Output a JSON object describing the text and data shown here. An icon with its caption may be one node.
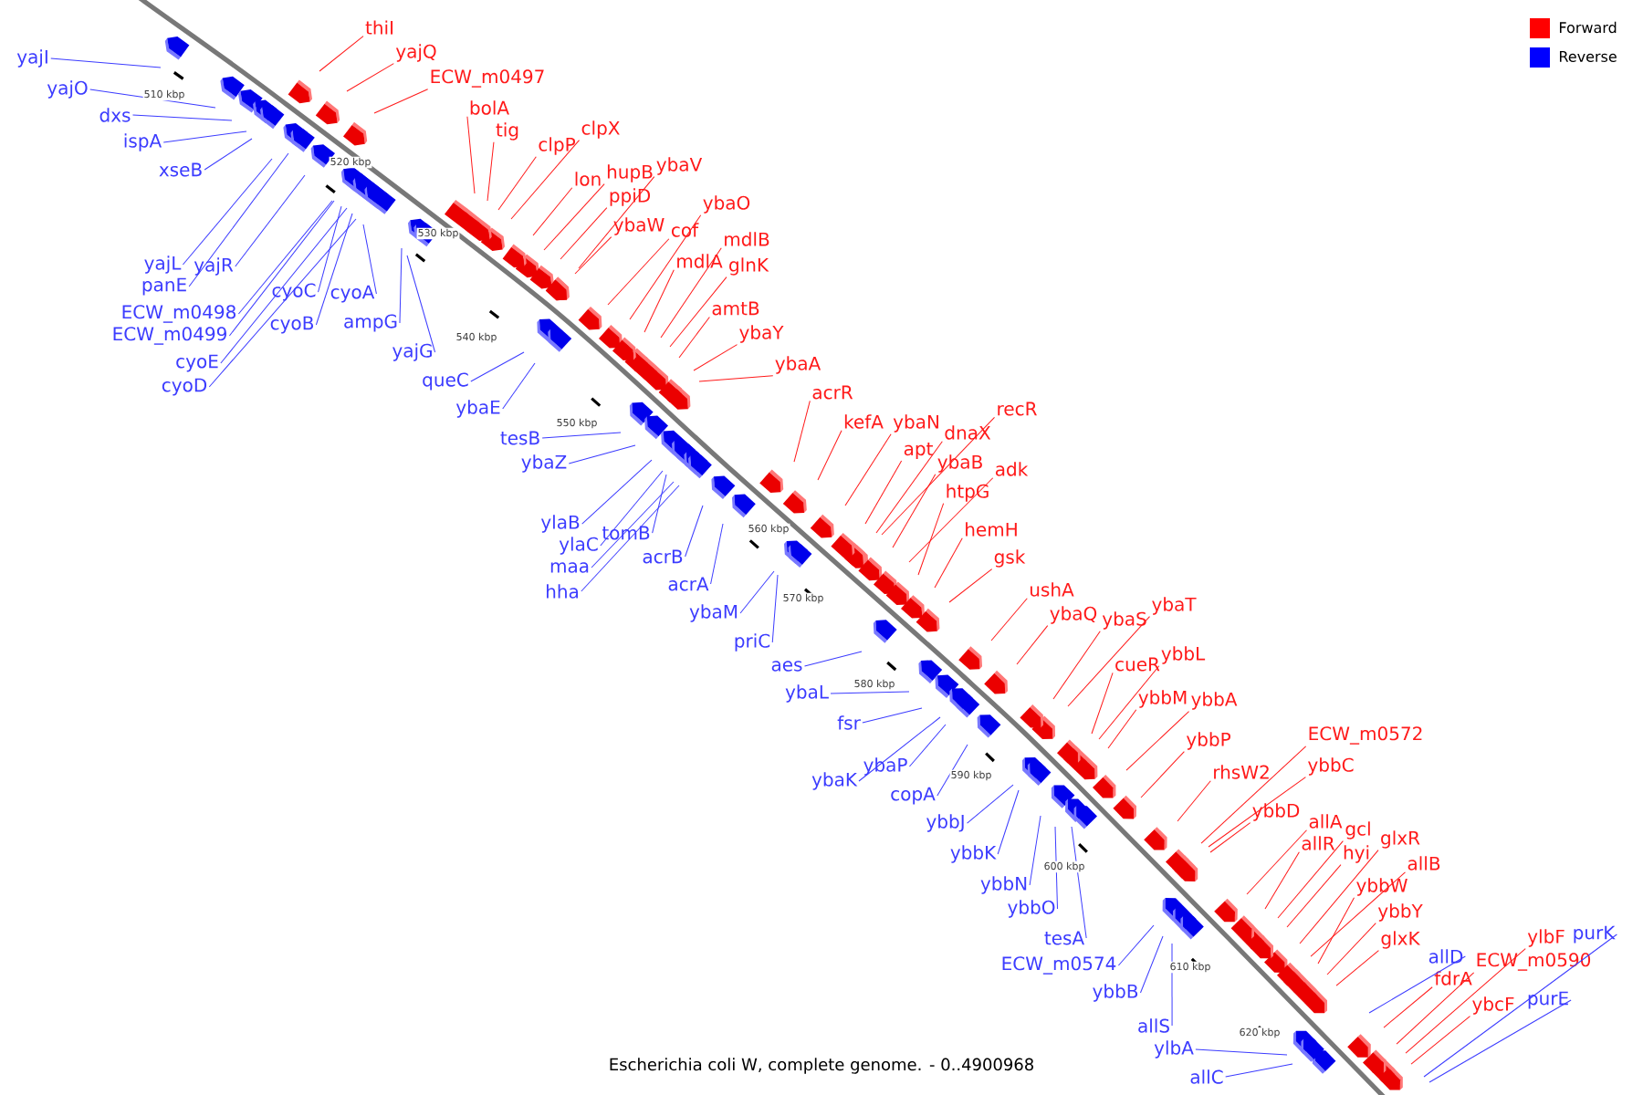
{
  "diagram": {
    "caption": "Escherichia coli W, complete genome. - 0..4900968",
    "nodes": [
      {
        "text": [
          "thiI"
        ]
      },
      {
        "text": [
          "yajQ"
        ]
      },
      {
        "text": [
          "yajI"
        ]
      },
      {
        "text": [
          "ECW_m0497"
        ]
      },
      {
        "text": [
          "yajO"
        ]
      },
      {
        "text": [
          "bolA"
        ]
      },
      {
        "text": [
          "dxs"
        ]
      },
      {
        "text": [
          "clpX"
        ]
      },
      {
        "text": [
          "tig"
        ]
      },
      {
        "text": [
          "ispA"
        ]
      },
      {
        "text": [
          "clpP"
        ]
      },
      {
        "text": [
          "ybaV"
        ]
      },
      {
        "text": [
          "xseB"
        ]
      },
      {
        "text": [
          "hupB"
        ]
      },
      {
        "text": [
          "lon"
        ]
      },
      {
        "text": [
          "ppiD"
        ]
      },
      {
        "text": [
          "ybaO"
        ]
      },
      {
        "text": [
          "ybaW"
        ]
      },
      {
        "text": [
          "cof"
        ]
      },
      {
        "text": [
          "mdlB"
        ]
      },
      {
        "text": [
          "mdlA"
        ]
      },
      {
        "text": [
          "yajL"
        ]
      },
      {
        "text": [
          "yajR"
        ]
      },
      {
        "text": [
          "glnK"
        ]
      },
      {
        "text": [
          "panE"
        ]
      },
      {
        "text": [
          "cyoA"
        ]
      },
      {
        "text": [
          "cyoC"
        ]
      },
      {
        "text": [
          "amtB"
        ]
      },
      {
        "text": [
          "ECW_m0498"
        ]
      },
      {
        "text": [
          "cyoB"
        ]
      },
      {
        "text": [
          "ampG"
        ]
      },
      {
        "text": [
          "ybaY"
        ]
      },
      {
        "text": [
          "ECW_m0499"
        ]
      },
      {
        "text": [
          "yajG"
        ]
      },
      {
        "text": [
          "cyoE"
        ]
      },
      {
        "text": [
          "ybaA"
        ]
      },
      {
        "text": [
          "queC"
        ]
      },
      {
        "text": [
          "cyoD"
        ]
      },
      {
        "text": [
          "acrR"
        ]
      },
      {
        "text": [
          "recR"
        ]
      },
      {
        "text": [
          "ybaE"
        ]
      },
      {
        "text": [
          "kefA"
        ]
      },
      {
        "text": [
          "ybaN"
        ]
      },
      {
        "text": [
          "dnaX"
        ]
      },
      {
        "text": [
          "tesB"
        ]
      },
      {
        "text": [
          "apt"
        ]
      },
      {
        "text": [
          "ybaZ"
        ]
      },
      {
        "text": [
          "ybaB"
        ]
      },
      {
        "text": [
          "adk"
        ]
      },
      {
        "text": [
          "htpG"
        ]
      },
      {
        "text": [
          "ylaB"
        ]
      },
      {
        "text": [
          "hemH"
        ]
      },
      {
        "text": [
          "tomB"
        ]
      },
      {
        "text": [
          "ylaC"
        ]
      },
      {
        "text": [
          "acrB"
        ]
      },
      {
        "text": [
          "gsk"
        ]
      },
      {
        "text": [
          "maa"
        ]
      },
      {
        "text": [
          "acrA"
        ]
      },
      {
        "text": [
          "ushA"
        ]
      },
      {
        "text": [
          "hha"
        ]
      },
      {
        "text": [
          "ybaT"
        ]
      },
      {
        "text": [
          "ybaM"
        ]
      },
      {
        "text": [
          "ybaQ"
        ]
      },
      {
        "text": [
          "ybaS"
        ]
      },
      {
        "text": [
          "priC"
        ]
      },
      {
        "text": [
          "ybbL"
        ]
      },
      {
        "text": [
          "cueR"
        ]
      },
      {
        "text": [
          "aes"
        ]
      },
      {
        "text": [
          "ybaL"
        ]
      },
      {
        "text": [
          "ybbM"
        ]
      },
      {
        "text": [
          "ybbA"
        ]
      },
      {
        "text": [
          "fsr"
        ]
      },
      {
        "text": [
          "ECW_m0572"
        ]
      },
      {
        "text": [
          "ybbP"
        ]
      },
      {
        "text": [
          "ybbC"
        ]
      },
      {
        "text": [
          "ybaP"
        ]
      },
      {
        "text": [
          "rhsW2"
        ]
      },
      {
        "text": [
          "ybaK"
        ]
      },
      {
        "text": [
          "copA"
        ]
      },
      {
        "text": [
          "ybbD"
        ]
      },
      {
        "text": [
          "allA"
        ]
      },
      {
        "text": [
          "ybbJ"
        ]
      },
      {
        "text": [
          "gcl"
        ]
      },
      {
        "text": [
          "glxR"
        ]
      },
      {
        "text": [
          "allR"
        ]
      },
      {
        "text": [
          "ybbK"
        ]
      },
      {
        "text": [
          "hyi"
        ]
      },
      {
        "text": [
          "allB"
        ]
      },
      {
        "text": [
          "ybbN"
        ]
      },
      {
        "text": [
          "ybbW"
        ]
      },
      {
        "text": [
          "ybbO"
        ]
      },
      {
        "text": [
          "ybbY"
        ]
      },
      {
        "text": [
          "purK"
        ]
      },
      {
        "text": [
          "tesA"
        ]
      },
      {
        "text": [
          "ylbF"
        ]
      },
      {
        "text": [
          "glxK"
        ]
      },
      {
        "text": [
          "allD"
        ]
      },
      {
        "text": [
          "ECW_m0590"
        ]
      },
      {
        "text": [
          "ECW_m0574"
        ]
      },
      {
        "text": [
          "fdrA"
        ]
      },
      {
        "text": [
          "ybbB"
        ]
      },
      {
        "text": [
          "purE"
        ]
      },
      {
        "text": [
          "ybcF"
        ]
      },
      {
        "text": [
          "allS"
        ]
      },
      {
        "text": [
          "ylbA"
        ]
      },
      {
        "text": [
          "allC"
        ]
      }
    ],
    "edges": [
      {
        "from": 0,
        "to": null,
        "arrow": "none"
      },
      {
        "from": 1,
        "to": null,
        "arrow": "none"
      },
      {
        "from": 2,
        "to": null,
        "arrow": "none",
        "color": "#3c3cff"
      },
      {
        "from": 3,
        "to": null,
        "arrow": "none"
      },
      {
        "from": 4,
        "to": null,
        "arrow": "none",
        "color": "#3c3cff"
      },
      {
        "from": 5,
        "to": null,
        "arrow": "none"
      },
      {
        "from": 6,
        "to": null,
        "arrow": "none",
        "color": "#3c3cff"
      },
      {
        "from": 7,
        "to": null,
        "arrow": "none"
      },
      {
        "from": 8,
        "to": null,
        "arrow": "none"
      },
      {
        "from": 9,
        "to": null,
        "arrow": "none",
        "color": "#3c3cff"
      },
      {
        "from": 10,
        "to": null,
        "arrow": "none"
      },
      {
        "from": 11,
        "to": null,
        "arrow": "none"
      },
      {
        "from": 12,
        "to": null,
        "arrow": "none",
        "color": "#3c3cff"
      },
      {
        "from": 13,
        "to": null,
        "arrow": "none"
      },
      {
        "from": 14,
        "to": null,
        "arrow": "none"
      },
      {
        "from": 15,
        "to": null,
        "arrow": "none"
      },
      {
        "from": 16,
        "to": null,
        "arrow": "none"
      },
      {
        "from": 17,
        "to": null,
        "arrow": "none"
      },
      {
        "from": 18,
        "to": null,
        "arrow": "none"
      },
      {
        "from": 19,
        "to": null,
        "arrow": "none"
      },
      {
        "from": 20,
        "to": null,
        "arrow": "none"
      },
      {
        "from": 21,
        "to": null,
        "arrow": "none",
        "color": "#3c3cff"
      },
      {
        "from": 22,
        "to": null,
        "arrow": "none",
        "color": "#3c3cff"
      },
      {
        "from": 23,
        "to": null,
        "arrow": "none"
      },
      {
        "from": 24,
        "to": null,
        "arrow": "none",
        "color": "#3c3cff"
      },
      {
        "from": 25,
        "to": null,
        "arrow": "none",
        "color": "#3c3cff"
      },
      {
        "from": 26,
        "to": null,
        "arrow": "none",
        "color": "#3c3cff"
      },
      {
        "from": 27,
        "to": null,
        "arrow": "none"
      },
      {
        "from": 28,
        "to": null,
        "arrow": "none",
        "color": "#3c3cff"
      },
      {
        "from": 29,
        "to": null,
        "arrow": "none",
        "color": "#3c3cff"
      },
      {
        "from": 30,
        "to": null,
        "arrow": "none",
        "color": "#3c3cff"
      },
      {
        "from": 31,
        "to": null,
        "arrow": "none"
      },
      {
        "from": 32,
        "to": null,
        "arrow": "none",
        "color": "#3c3cff"
      },
      {
        "from": 33,
        "to": null,
        "arrow": "none",
        "color": "#3c3cff"
      },
      {
        "from": 34,
        "to": null,
        "arrow": "none",
        "color": "#3c3cff"
      },
      {
        "from": 35,
        "to": null,
        "arrow": "none"
      },
      {
        "from": 36,
        "to": null,
        "arrow": "none",
        "color": "#3c3cff"
      },
      {
        "from": 37,
        "to": null,
        "arrow": "none",
        "color": "#3c3cff"
      },
      {
        "from": 38,
        "to": null,
        "arrow": "none"
      },
      {
        "from": 39,
        "to": null,
        "arrow": "none"
      },
      {
        "from": 40,
        "to": null,
        "arrow": "none",
        "color": "#3c3cff"
      },
      {
        "from": 41,
        "to": null,
        "arrow": "none"
      },
      {
        "from": 42,
        "to": null,
        "arrow": "none"
      },
      {
        "from": 43,
        "to": null,
        "arrow": "none"
      },
      {
        "from": 44,
        "to": null,
        "arrow": "none",
        "color": "#3c3cff"
      },
      {
        "from": 45,
        "to": null,
        "arrow": "none"
      },
      {
        "from": 46,
        "to": null,
        "arrow": "none",
        "color": "#3c3cff"
      },
      {
        "from": 47,
        "to": null,
        "arrow": "none"
      },
      {
        "from": 48,
        "to": null,
        "arrow": "none"
      },
      {
        "from": 49,
        "to": null,
        "arrow": "none"
      },
      {
        "from": 50,
        "to": null,
        "arrow": "none",
        "color": "#3c3cff"
      },
      {
        "from": 51,
        "to": null,
        "arrow": "none"
      },
      {
        "from": 52,
        "to": null,
        "arrow": "none",
        "color": "#3c3cff"
      },
      {
        "from": 53,
        "to": null,
        "arrow": "none",
        "color": "#3c3cff"
      },
      {
        "from": 54,
        "to": null,
        "arrow": "none",
        "color": "#3c3cff"
      },
      {
        "from": 55,
        "to": null,
        "arrow": "none"
      },
      {
        "from": 56,
        "to": null,
        "arrow": "none",
        "color": "#3c3cff"
      },
      {
        "from": 57,
        "to": null,
        "arrow": "none",
        "color": "#3c3cff"
      },
      {
        "from": 58,
        "to": null,
        "arrow": "none"
      },
      {
        "from": 59,
        "to": null,
        "arrow": "none",
        "color": "#3c3cff"
      },
      {
        "from": 60,
        "to": null,
        "arrow": "none"
      },
      {
        "from": 61,
        "to": null,
        "arrow": "none",
        "color": "#3c3cff"
      },
      {
        "from": 62,
        "to": null,
        "arrow": "none"
      },
      {
        "from": 63,
        "to": null,
        "arrow": "none"
      },
      {
        "from": 64,
        "to": null,
        "arrow": "none",
        "color": "#3c3cff"
      },
      {
        "from": 65,
        "to": null,
        "arrow": "none"
      },
      {
        "from": 66,
        "to": null,
        "arrow": "none"
      },
      {
        "from": 67,
        "to": null,
        "arrow": "none",
        "color": "#3c3cff"
      },
      {
        "from": 68,
        "to": null,
        "arrow": "none",
        "color": "#3c3cff"
      },
      {
        "from": 69,
        "to": null,
        "arrow": "none"
      },
      {
        "from": 70,
        "to": null,
        "arrow": "none"
      },
      {
        "from": 71,
        "to": null,
        "arrow": "none",
        "color": "#3c3cff"
      },
      {
        "from": 72,
        "to": null,
        "arrow": "none"
      },
      {
        "from": 73,
        "to": null,
        "arrow": "none"
      },
      {
        "from": 74,
        "to": null,
        "arrow": "none"
      },
      {
        "from": 75,
        "to": null,
        "arrow": "none",
        "color": "#3c3cff"
      },
      {
        "from": 76,
        "to": null,
        "arrow": "none"
      },
      {
        "from": 77,
        "to": null,
        "arrow": "none",
        "color": "#3c3cff"
      },
      {
        "from": 78,
        "to": null,
        "arrow": "none",
        "color": "#3c3cff"
      },
      {
        "from": 79,
        "to": null,
        "arrow": "none"
      },
      {
        "from": 80,
        "to": null,
        "arrow": "none"
      },
      {
        "from": 81,
        "to": null,
        "arrow": "none",
        "color": "#3c3cff"
      },
      {
        "from": 82,
        "to": null,
        "arrow": "none"
      },
      {
        "from": 83,
        "to": null,
        "arrow": "none"
      },
      {
        "from": 84,
        "to": null,
        "arrow": "none"
      },
      {
        "from": 85,
        "to": null,
        "arrow": "none",
        "color": "#3c3cff"
      },
      {
        "from": 86,
        "to": null,
        "arrow": "none"
      },
      {
        "from": 87,
        "to": null,
        "arrow": "none"
      },
      {
        "from": 88,
        "to": null,
        "arrow": "none",
        "color": "#3c3cff"
      },
      {
        "from": 89,
        "to": null,
        "arrow": "none"
      },
      {
        "from": 90,
        "to": null,
        "arrow": "none",
        "color": "#3c3cff"
      },
      {
        "from": 91,
        "to": null,
        "arrow": "none"
      },
      {
        "from": 92,
        "to": null,
        "arrow": "none",
        "color": "#3c3cff"
      },
      {
        "from": 93,
        "to": null,
        "arrow": "none",
        "color": "#3c3cff"
      },
      {
        "from": 94,
        "to": null,
        "arrow": "none"
      },
      {
        "from": 95,
        "to": null,
        "arrow": "none"
      },
      {
        "from": 96,
        "to": null,
        "arrow": "none",
        "color": "#3c3cff"
      },
      {
        "from": 97,
        "to": null,
        "arrow": "none"
      },
      {
        "from": 98,
        "to": null,
        "arrow": "none",
        "color": "#3c3cff"
      },
      {
        "from": 99,
        "to": null,
        "arrow": "none"
      },
      {
        "from": 100,
        "to": null,
        "arrow": "none",
        "color": "#3c3cff"
      },
      {
        "from": 101,
        "to": null,
        "arrow": "none",
        "color": "#3c3cff"
      },
      {
        "from": 102,
        "to": null,
        "arrow": "none"
      },
      {
        "from": 103,
        "to": null,
        "arrow": "none",
        "color": "#3c3cff"
      },
      {
        "from": 104,
        "to": null,
        "arrow": "none",
        "color": "#3c3cff"
      },
      {
        "from": 105,
        "to": null,
        "arrow": "none",
        "color": "#3c3cff"
      }
    ],
    "labels": [
      "510 kbp",
      "520 kbp",
      "530 kbp",
      "540 kbp",
      "550 kbp",
      "560 kbp",
      "570 kbp",
      "580 kbp",
      "590 kbp",
      "600 kbp",
      "610 kbp",
      "620 kbp"
    ],
    "legend": [
      {
        "text": "Forward",
        "color": "#ff0000"
      },
      {
        "text": "Reverse",
        "color": "#0000ff"
      }
    ]
  }
}
